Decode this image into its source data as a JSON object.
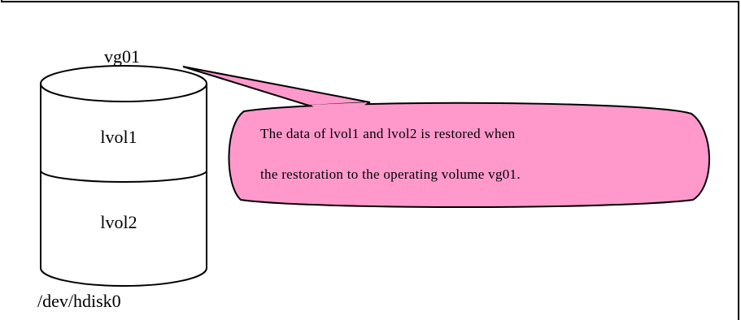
{
  "volume_group": {
    "name": "vg01",
    "volumes": [
      {
        "label": "lvol1"
      },
      {
        "label": "lvol2"
      }
    ],
    "device": "/dev/hdisk0"
  },
  "callout": {
    "lines": [
      "The data of lvol1 and lvol2 is restored when",
      "the restoration to the operating volume vg01."
    ],
    "fill_color": "#ff99cc"
  }
}
